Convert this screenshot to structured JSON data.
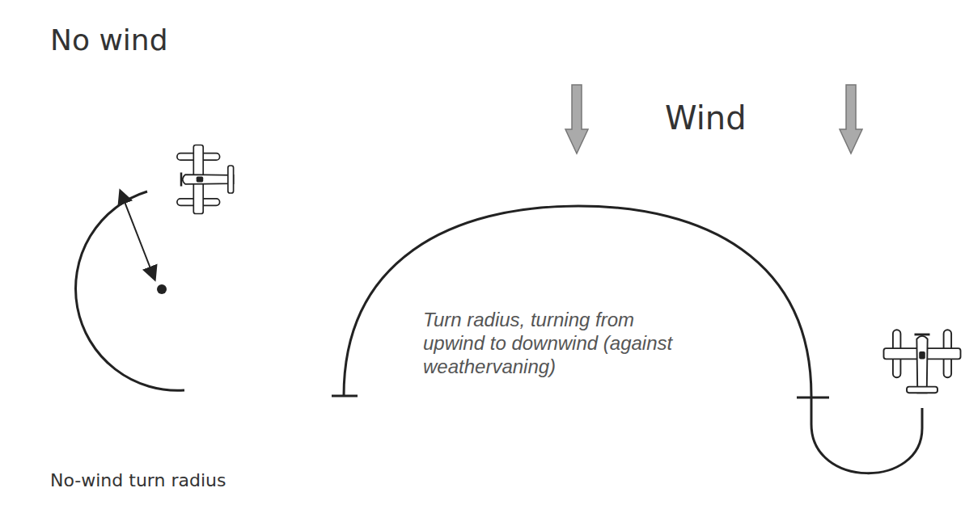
{
  "diagram": {
    "labels": [
      "No wind",
      "Wind",
      "Turn radius, turning from upwind to downwind (against weathervaning)",
      "No-wind turn radius"
    ]
  }
}
